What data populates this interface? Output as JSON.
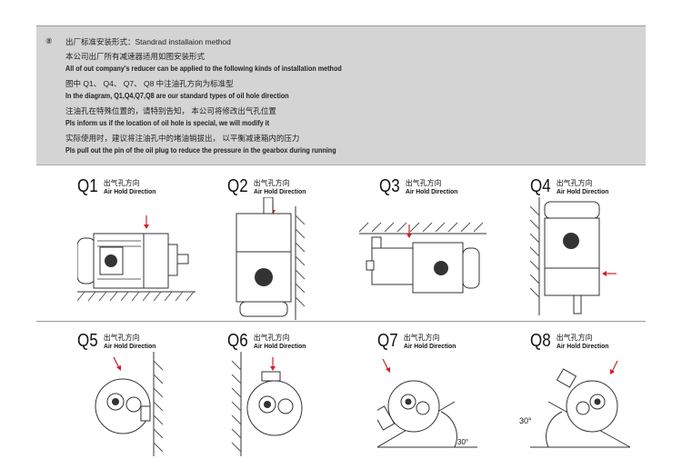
{
  "notes": {
    "marker": "⑧",
    "lines": [
      "出厂标准安装形式：Standrad installaion method",
      "本公司出厂所有减速器适用如图安装形式",
      "All of out company's reducer can be applied to the following kinds of installation method",
      "图中 Q1、 Q4、 Q7、 Q8 中注油孔方向为标准型",
      "In the diagram, Q1,Q4,Q7,Q8 are our standard types of oil hole direction",
      "注油孔在特殊位置的，请特别告知， 本公司将修改出气孔位置",
      "Pls inform us if the location of oil hole is special, we will modify it",
      "实际使用时，建议将注油孔中的堵油销拔出， 以平衡减速箱内的压力",
      "Pls pull out the pin of the oil plug to reduce the pressure in the gearbox during running"
    ]
  },
  "panels": [
    {
      "label": "Q1",
      "cn": "出气孔方向",
      "en": "Air Hold Direction"
    },
    {
      "label": "Q2",
      "cn": "出气孔方向",
      "en": "Air Hold Direction"
    },
    {
      "label": "Q3",
      "cn": "出气孔方向",
      "en": "Air Hold Direction"
    },
    {
      "label": "Q4",
      "cn": "出气孔方向",
      "en": "Air Hold Direction"
    },
    {
      "label": "Q5",
      "cn": "出气孔方向",
      "en": "Air Hold Direction"
    },
    {
      "label": "Q6",
      "cn": "出气孔方向",
      "en": "Air Hold Direction"
    },
    {
      "label": "Q7",
      "cn": "出气孔方向",
      "en": "Air Hold Direction",
      "angle": "30°"
    },
    {
      "label": "Q8",
      "cn": "出气孔方向",
      "en": "Air Hold Direction",
      "angle": "30°"
    }
  ],
  "colors": {
    "arrow": "#d0202a",
    "box": "#d4d4d4"
  }
}
